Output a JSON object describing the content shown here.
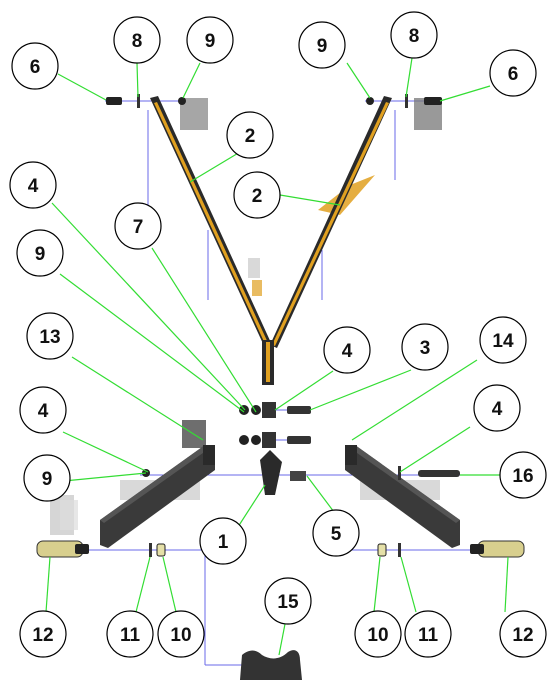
{
  "colors": {
    "leader": "#33dd33",
    "bar_dark": "#2a2a2a",
    "bar_stripe": "#e0a020",
    "assembly_line": "#6a6ae8",
    "part_gray": "#555555",
    "callout_fill": "#ffffff",
    "callout_stroke": "#000000"
  },
  "callouts": [
    {
      "id": "c-8-left",
      "label": "8"
    },
    {
      "id": "c-9-top-left",
      "label": "9"
    },
    {
      "id": "c-6-left",
      "label": "6"
    },
    {
      "id": "c-9-top-right",
      "label": "9"
    },
    {
      "id": "c-8-right",
      "label": "8"
    },
    {
      "id": "c-6-right",
      "label": "6"
    },
    {
      "id": "c-2-left",
      "label": "2"
    },
    {
      "id": "c-2-right",
      "label": "2"
    },
    {
      "id": "c-4-upper-left",
      "label": "4"
    },
    {
      "id": "c-7",
      "label": "7"
    },
    {
      "id": "c-9-mid-left",
      "label": "9"
    },
    {
      "id": "c-13",
      "label": "13"
    },
    {
      "id": "c-4-center",
      "label": "4"
    },
    {
      "id": "c-3",
      "label": "3"
    },
    {
      "id": "c-14",
      "label": "14"
    },
    {
      "id": "c-4-lower-left",
      "label": "4"
    },
    {
      "id": "c-4-lower-right",
      "label": "4"
    },
    {
      "id": "c-9-lower-left",
      "label": "9"
    },
    {
      "id": "c-16",
      "label": "16"
    },
    {
      "id": "c-1",
      "label": "1"
    },
    {
      "id": "c-5",
      "label": "5"
    },
    {
      "id": "c-12-left",
      "label": "12"
    },
    {
      "id": "c-11-left",
      "label": "11"
    },
    {
      "id": "c-10-left",
      "label": "10"
    },
    {
      "id": "c-15",
      "label": "15"
    },
    {
      "id": "c-10-right",
      "label": "10"
    },
    {
      "id": "c-11-right",
      "label": "11"
    },
    {
      "id": "c-12-right",
      "label": "12"
    }
  ]
}
